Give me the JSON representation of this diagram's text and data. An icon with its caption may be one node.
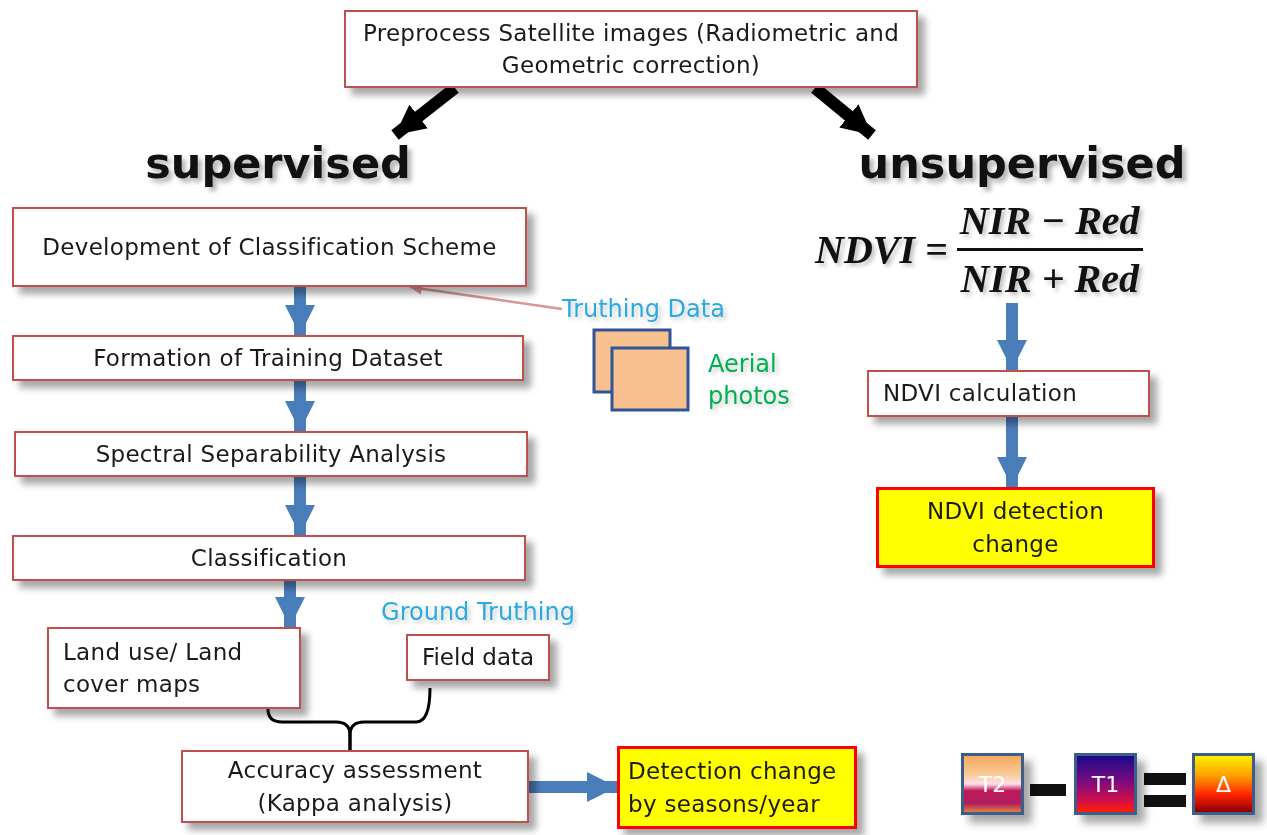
{
  "diagram": {
    "nodes": [
      {
        "text": [
          "Preprocess Satellite images (Radiometric and Geometric correction)"
        ]
      },
      {
        "text": [
          "supervised"
        ]
      },
      {
        "text": [
          "unsupervised"
        ]
      },
      {
        "text": [
          "Development of Classification Scheme"
        ]
      },
      {
        "text": [
          "Formation of Training Dataset"
        ]
      },
      {
        "text": [
          "Spectral Separability Analysis"
        ]
      },
      {
        "text": [
          "Classification"
        ]
      },
      {
        "text": [
          "Land use/ Land cover maps"
        ]
      },
      {
        "text": [
          "Ground Truthing",
          "Field data"
        ]
      },
      {
        "text": [
          "Accuracy assessment (Kappa analysis)"
        ]
      },
      {
        "text": [
          "Detection change by seasons/year"
        ]
      },
      {
        "text": [
          "Truthing Data"
        ]
      },
      {
        "text": [
          "NDVI =",
          "NIR − Red",
          "NIR + Red"
        ]
      },
      {
        "text": [
          "NDVI  calculation"
        ]
      },
      {
        "text": [
          "NDVI detection change"
        ]
      },
      {
        "text": [
          "T2"
        ]
      },
      {
        "text": [
          "T1"
        ]
      },
      {
        "text": [
          "Δ"
        ]
      }
    ],
    "edges": [
      {
        "from": 0,
        "to": 1,
        "arrow": "to",
        "color": "#000000"
      },
      {
        "from": 0,
        "to": 2,
        "arrow": "to",
        "color": "#000000"
      },
      {
        "from": 3,
        "to": 4,
        "arrow": "to"
      },
      {
        "from": 4,
        "to": 5,
        "arrow": "to"
      },
      {
        "from": 5,
        "to": 6,
        "arrow": "to"
      },
      {
        "from": 6,
        "to": 7,
        "arrow": "to"
      },
      {
        "from": 11,
        "to": 3,
        "arrow": "to",
        "color": "#d99694"
      },
      {
        "from": 7,
        "to": 9,
        "arrow": "none",
        "color": "#000000"
      },
      {
        "from": 8,
        "to": 9,
        "arrow": "none",
        "color": "#000000"
      },
      {
        "from": 9,
        "to": 10,
        "arrow": "to"
      },
      {
        "from": 12,
        "to": 13,
        "arrow": "to"
      },
      {
        "from": 13,
        "to": 14,
        "arrow": "to"
      }
    ],
    "labels": [
      "Aerial photos"
    ]
  }
}
